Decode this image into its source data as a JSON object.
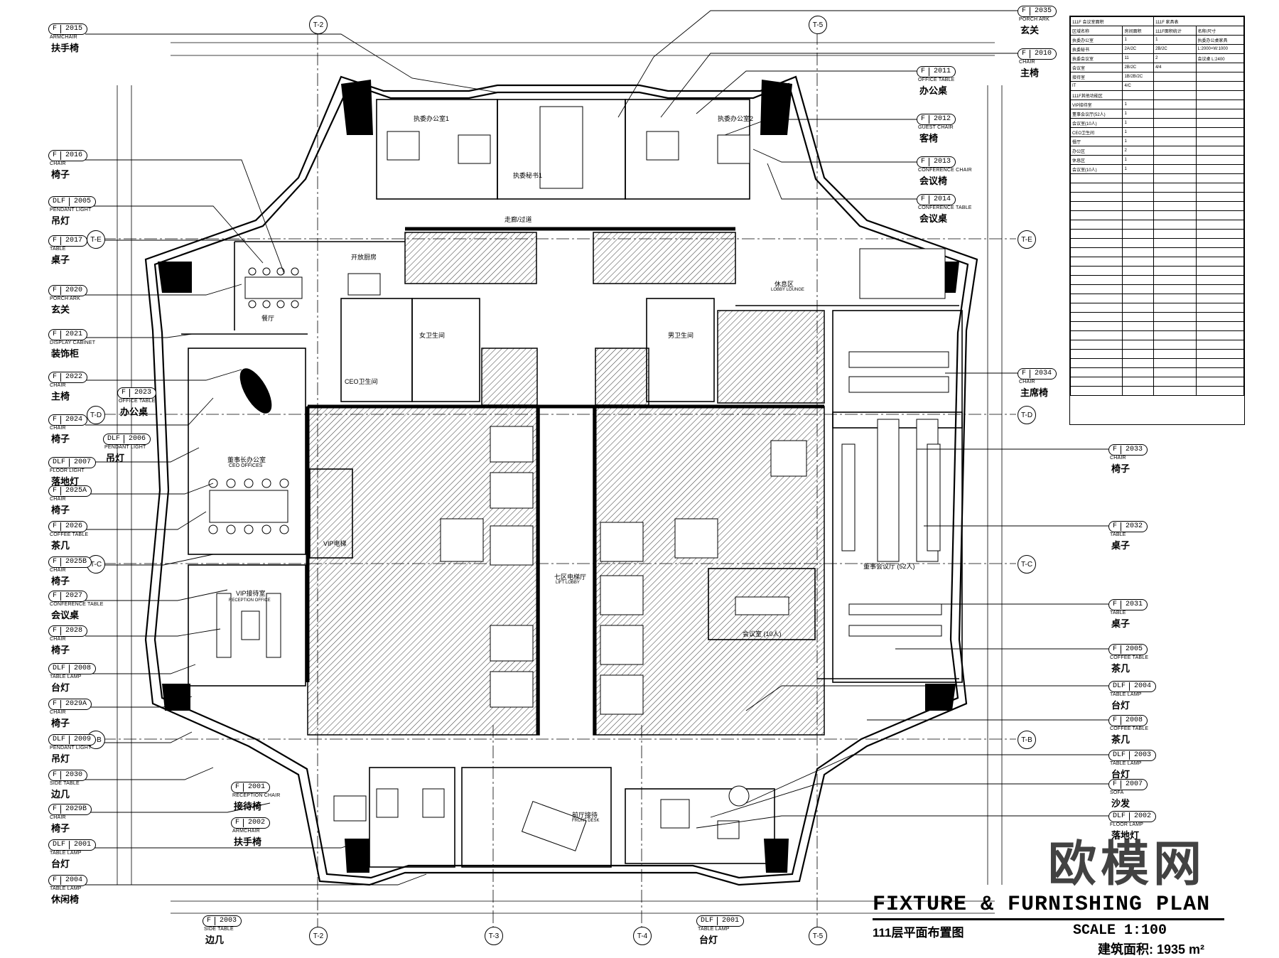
{
  "title": {
    "english": "FIXTURE & FURNISHING PLAN",
    "chinese": "111层平面布置图",
    "scale": "SCALE 1:100",
    "area": "建筑面积: 1935 m²"
  },
  "watermark": "欧模网",
  "grid_bubbles": [
    "T-2",
    "T-5",
    "T-E",
    "T-D",
    "T-C",
    "T-B",
    "T-2",
    "T-3",
    "T-4",
    "T-5"
  ],
  "left_tags": [
    {
      "code": "F",
      "num": "2015",
      "en": "ARMCHAIR",
      "zh": "扶手椅"
    },
    {
      "code": "F",
      "num": "2016",
      "en": "CHAIR",
      "zh": "椅子"
    },
    {
      "code": "DLF",
      "num": "2005",
      "en": "PENDANT LIGHT",
      "zh": "吊灯"
    },
    {
      "code": "F",
      "num": "2017",
      "en": "TABLE",
      "zh": "桌子"
    },
    {
      "code": "F",
      "num": "2020",
      "en": "PORCH ARK",
      "zh": "玄关"
    },
    {
      "code": "F",
      "num": "2021",
      "en": "DISPLAY CABINET",
      "zh": "装饰柜"
    },
    {
      "code": "F",
      "num": "2022",
      "en": "CHAIR",
      "zh": "主椅"
    },
    {
      "code": "F",
      "num": "2024",
      "en": "CHAIR",
      "zh": "椅子"
    },
    {
      "code": "DLF",
      "num": "2007",
      "en": "FLOOR LIGHT",
      "zh": "落地灯"
    },
    {
      "code": "F",
      "num": "2025A",
      "en": "CHAIR",
      "zh": "椅子"
    },
    {
      "code": "F",
      "num": "2026",
      "en": "COFFEE TABLE",
      "zh": "茶几"
    },
    {
      "code": "F",
      "num": "2025B",
      "en": "CHAIR",
      "zh": "椅子"
    },
    {
      "code": "F",
      "num": "2027",
      "en": "CONFERENCE TABLE",
      "zh": "会议桌"
    },
    {
      "code": "F",
      "num": "2028",
      "en": "CHAIR",
      "zh": "椅子"
    },
    {
      "code": "DLF",
      "num": "2008",
      "en": "TABLE LAMP",
      "zh": "台灯"
    },
    {
      "code": "F",
      "num": "2029A",
      "en": "CHAIR",
      "zh": "椅子"
    },
    {
      "code": "DLF",
      "num": "2009",
      "en": "PENDANT LIGHT",
      "zh": "吊灯"
    },
    {
      "code": "F",
      "num": "2030",
      "en": "SIDE TABLE",
      "zh": "边几"
    },
    {
      "code": "F",
      "num": "2029B",
      "en": "CHAIR",
      "zh": "椅子"
    },
    {
      "code": "DLF",
      "num": "2001",
      "en": "TABLE LAMP",
      "zh": "台灯"
    },
    {
      "code": "F",
      "num": "2004",
      "en": "TABLE LAMP",
      "zh": "休闲椅"
    }
  ],
  "inner_tags": [
    {
      "code": "F",
      "num": "2023",
      "en": "OFFICE TABLE",
      "zh": "办公桌"
    },
    {
      "code": "DLF",
      "num": "2006",
      "en": "PENDANT LIGHT",
      "zh": "吊灯"
    },
    {
      "code": "F",
      "num": "2001",
      "en": "RECEPTION CHAIR",
      "zh": "接待椅"
    },
    {
      "code": "F",
      "num": "2002",
      "en": "ARMCHAIR",
      "zh": "扶手椅"
    }
  ],
  "bottom_tags": [
    {
      "code": "F",
      "num": "2003",
      "en": "SIDE TABLE",
      "zh": "边几"
    },
    {
      "code": "DLF",
      "num": "2001",
      "en": "TABLE LAMP",
      "zh": "台灯"
    }
  ],
  "right_tags": [
    {
      "code": "F",
      "num": "2035",
      "en": "PORCH ARK",
      "zh": "玄关"
    },
    {
      "code": "F",
      "num": "2010",
      "en": "CHAIR",
      "zh": "主椅"
    },
    {
      "code": "F",
      "num": "2011",
      "en": "OFFICE TABLE",
      "zh": "办公桌"
    },
    {
      "code": "F",
      "num": "2012",
      "en": "GUEST CHAIR",
      "zh": "客椅"
    },
    {
      "code": "F",
      "num": "2013",
      "en": "CONFERENCE CHAIR",
      "zh": "会议椅"
    },
    {
      "code": "F",
      "num": "2014",
      "en": "CONFERENCE TABLE",
      "zh": "会议桌"
    },
    {
      "code": "F",
      "num": "2034",
      "en": "CHAIR",
      "zh": "主席椅"
    },
    {
      "code": "F",
      "num": "2033",
      "en": "CHAIR",
      "zh": "椅子"
    },
    {
      "code": "F",
      "num": "2032",
      "en": "TABLE",
      "zh": "桌子"
    },
    {
      "code": "F",
      "num": "2031",
      "en": "TABLE",
      "zh": "桌子"
    },
    {
      "code": "F",
      "num": "2005",
      "en": "COFFEE TABLE",
      "zh": "茶几"
    },
    {
      "code": "DLF",
      "num": "2004",
      "en": "TABLE LAMP",
      "zh": "台灯"
    },
    {
      "code": "F",
      "num": "2008",
      "en": "COFFEE TABLE",
      "zh": "茶几"
    },
    {
      "code": "DLF",
      "num": "2003",
      "en": "TABLE LAMP",
      "zh": "台灯"
    },
    {
      "code": "F",
      "num": "2007",
      "en": "SOFA",
      "zh": "沙发"
    },
    {
      "code": "DLF",
      "num": "2002",
      "en": "FLOOR LAMP",
      "zh": "落地灯"
    }
  ],
  "rooms": [
    {
      "label": "执委办公室1",
      "big": false
    },
    {
      "label": "执委秘书1",
      "big": false
    },
    {
      "label": "执委办公室2",
      "big": false
    },
    {
      "label": "餐厅",
      "big": false
    },
    {
      "label": "开放厨房",
      "big": false
    },
    {
      "label": "董事长办公室",
      "big": false
    },
    {
      "label": "CEO OFFICES",
      "big": false
    },
    {
      "label": "VIP接待室",
      "big": false
    },
    {
      "label": "RECEPTION OFFICE",
      "big": false
    },
    {
      "label": "VIP电梯",
      "big": false
    },
    {
      "label": "休息区",
      "big": false
    },
    {
      "label": "LOBBY LOUNGE",
      "big": false
    },
    {
      "label": "董事会议厅 (52人)",
      "big": false
    },
    {
      "label": "会议室 (10人)",
      "big": false
    },
    {
      "label": "七区电梯厅",
      "big": false
    },
    {
      "label": "LIFT LOBBY",
      "big": false
    },
    {
      "label": "前厅接待",
      "big": false
    },
    {
      "label": "FRONT DESK",
      "big": false
    },
    {
      "label": "女卫生间",
      "big": false
    },
    {
      "label": "男卫生间",
      "big": false
    },
    {
      "label": "CEO卫生间",
      "big": false
    },
    {
      "label": "走廊/过道",
      "big": false
    }
  ],
  "schedule": {
    "header_left": "111F 会议室面积",
    "header_right": "111F 家具表",
    "rows": [
      [
        "区域名称",
        "房间面积",
        "111F面积统计",
        "名称/尺寸"
      ],
      [
        "执委办公室",
        "1",
        "1",
        "执委办公桌家具"
      ],
      [
        "执委秘书",
        "2A/2C",
        "2B/2C",
        "L:2000×W:1000"
      ],
      [
        "执委会议室",
        "11",
        "2",
        "会议桌 L:2400"
      ],
      [
        "会议室",
        "2B/2C",
        "4/4",
        ""
      ],
      [
        "接待室",
        "1B/2B/2C",
        "",
        ""
      ],
      [
        "IT",
        "4/C",
        "",
        ""
      ],
      [
        "111F其他功能区",
        "",
        "",
        ""
      ],
      [
        "VIP接待室",
        "1",
        "",
        ""
      ],
      [
        "董事会议厅(52人)",
        "1",
        "",
        ""
      ],
      [
        "会议室(10人)",
        "1",
        "",
        ""
      ],
      [
        "CEO卫生间",
        "1",
        "",
        ""
      ],
      [
        "餐厅",
        "1",
        "",
        ""
      ],
      [
        "办公区",
        "2",
        "",
        ""
      ],
      [
        "休息区",
        "1",
        "",
        ""
      ],
      [
        "会议室(10人)",
        "1",
        "",
        ""
      ]
    ]
  }
}
